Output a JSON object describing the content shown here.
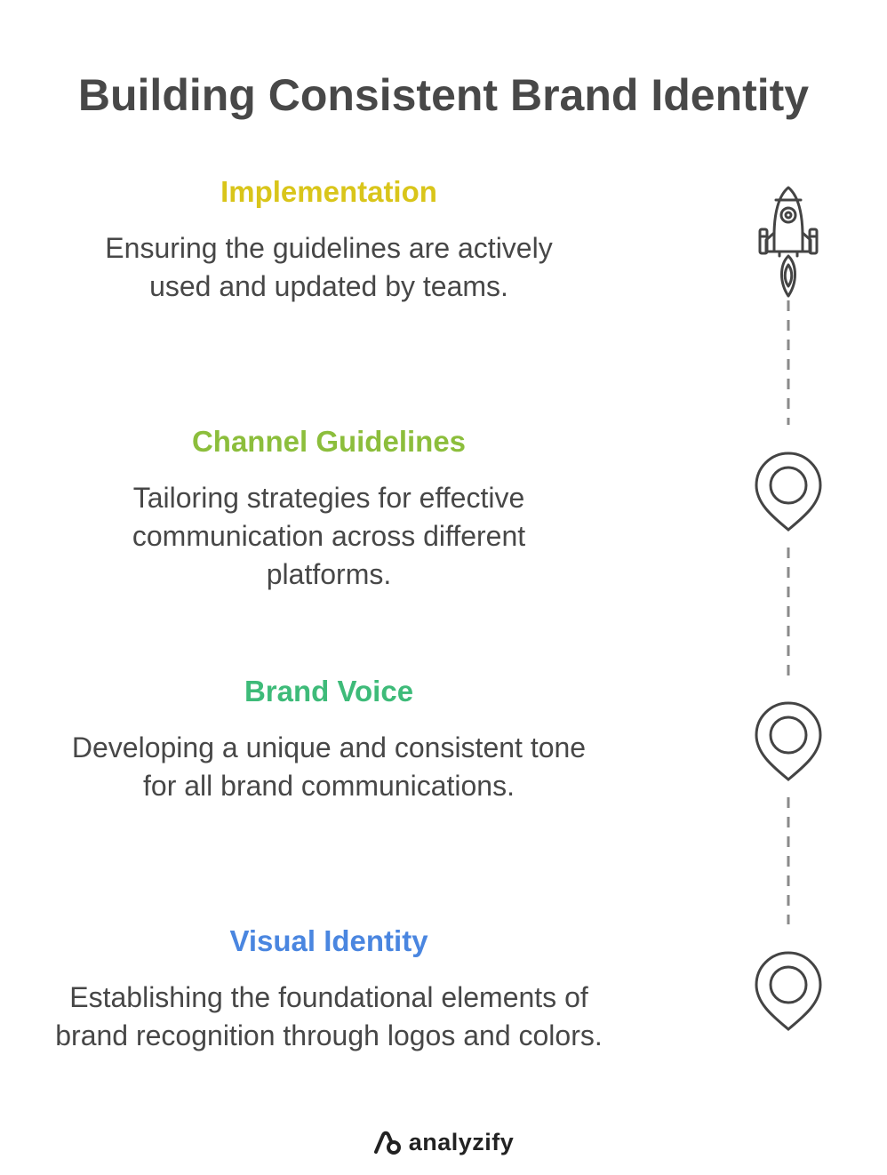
{
  "title": "Building Consistent Brand Identity",
  "steps": [
    {
      "title": "Implementation",
      "description": "Ensuring the guidelines are actively used and updated by teams.",
      "color": "#D9C51A",
      "icon": "rocket-icon"
    },
    {
      "title": "Channel Guidelines",
      "description": "Tailoring strategies for effective communication across different platforms.",
      "color": "#8CBE3C",
      "icon": "location-pin-icon"
    },
    {
      "title": "Brand Voice",
      "description": "Developing a unique and consistent tone for all brand communications.",
      "color": "#3EBB79",
      "icon": "location-pin-icon"
    },
    {
      "title": "Visual Identity",
      "description": "Establishing the foundational elements of brand recognition through logos and colors.",
      "color": "#4A86E0",
      "icon": "location-pin-icon"
    }
  ],
  "brand": {
    "name": "analyzify",
    "icon": "analyzify-logo-icon"
  }
}
